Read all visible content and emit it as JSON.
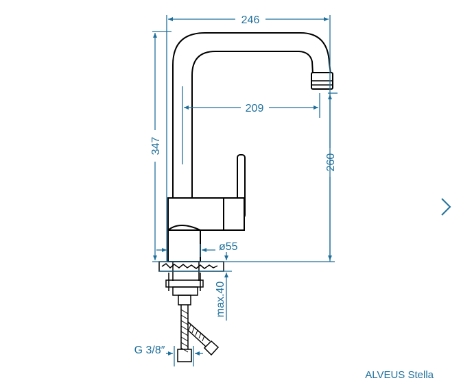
{
  "colors": {
    "dimension": "#1f6f9a",
    "outline": "#000000"
  },
  "dimensions": {
    "width_total": "246",
    "reach": "209",
    "height_total": "347",
    "spout_height": "260",
    "base_diameter": "ø55",
    "counter_thickness": "max.40",
    "connection": "G 3/8″"
  },
  "caption": "ALVEUS Stella",
  "navigation": {
    "next_icon": "chevron-right-icon"
  }
}
